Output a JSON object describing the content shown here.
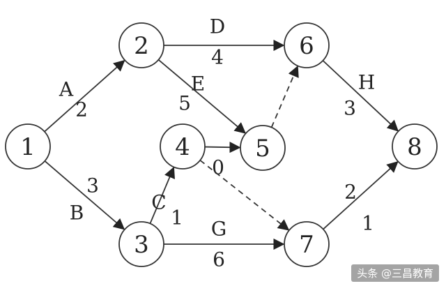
{
  "diagram": {
    "nodes": [
      {
        "id": "1",
        "label": "1"
      },
      {
        "id": "2",
        "label": "2"
      },
      {
        "id": "3",
        "label": "3"
      },
      {
        "id": "4",
        "label": "4"
      },
      {
        "id": "5",
        "label": "5"
      },
      {
        "id": "6",
        "label": "6"
      },
      {
        "id": "7",
        "label": "7"
      },
      {
        "id": "8",
        "label": "8"
      }
    ],
    "edges": [
      {
        "from": "1",
        "to": "2",
        "activity": "A",
        "duration": "2",
        "dashed": false
      },
      {
        "from": "1",
        "to": "3",
        "activity": "B",
        "duration": "3",
        "dashed": false
      },
      {
        "from": "2",
        "to": "6",
        "activity": "D",
        "duration": "4",
        "dashed": false
      },
      {
        "from": "2",
        "to": "5",
        "activity": "E",
        "duration": "5",
        "dashed": false
      },
      {
        "from": "3",
        "to": "4",
        "activity": "C",
        "duration": "1",
        "dashed": false
      },
      {
        "from": "3",
        "to": "7",
        "activity": "G",
        "duration": "6",
        "dashed": false
      },
      {
        "from": "4",
        "to": "5",
        "activity": "",
        "duration": "0",
        "dashed": false
      },
      {
        "from": "4",
        "to": "7",
        "activity": "",
        "duration": "",
        "dashed": true
      },
      {
        "from": "5",
        "to": "6",
        "activity": "",
        "duration": "",
        "dashed": true
      },
      {
        "from": "6",
        "to": "8",
        "activity": "H",
        "duration": "3",
        "dashed": false
      },
      {
        "from": "7",
        "to": "8",
        "activity": "",
        "duration": "2",
        "dashed": false
      },
      {
        "from": "7",
        "to": "8",
        "activity": "",
        "duration": "1",
        "dashed": false
      }
    ]
  },
  "watermark": {
    "text": "头条 @三昌教育"
  },
  "colors": {
    "stroke": "#333333",
    "text": "#222222",
    "background": "#ffffff"
  }
}
